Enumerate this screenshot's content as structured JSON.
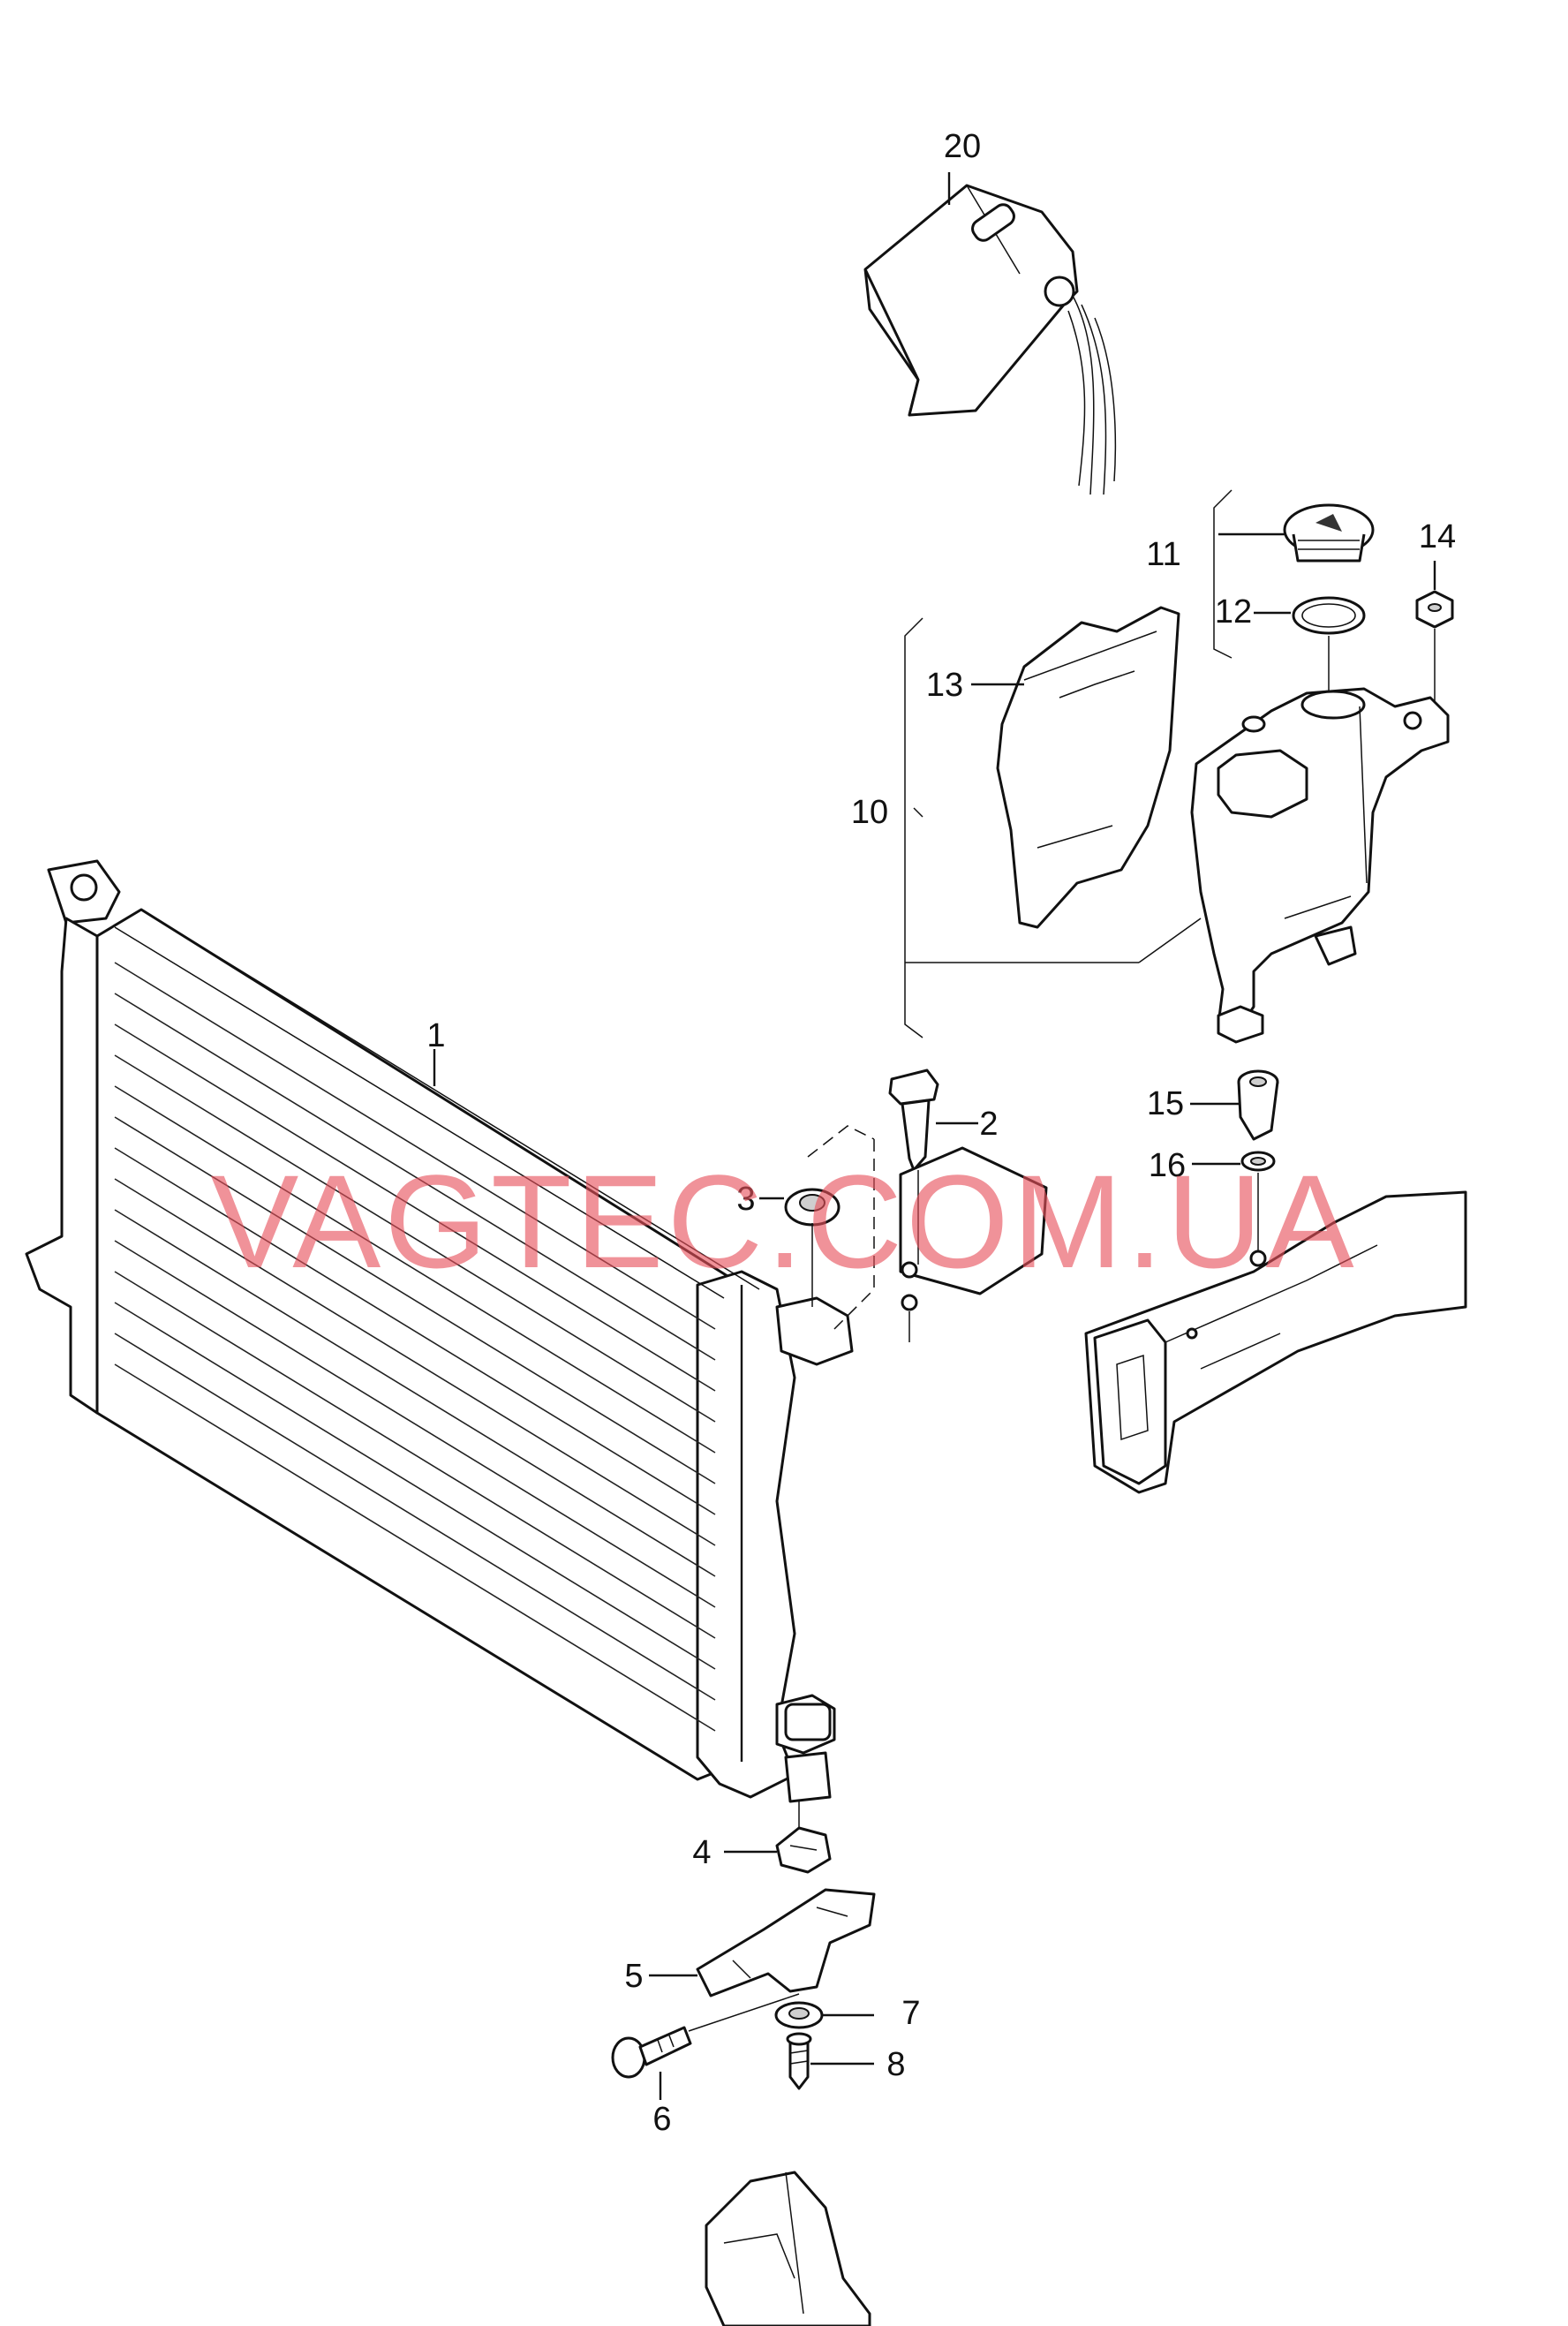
{
  "watermark": "VAGTEC.COM.UA",
  "callouts": [
    {
      "id": "c1",
      "text": "1"
    },
    {
      "id": "c2",
      "text": "2"
    },
    {
      "id": "c3",
      "text": "3"
    },
    {
      "id": "c4",
      "text": "4"
    },
    {
      "id": "c5",
      "text": "5"
    },
    {
      "id": "c6",
      "text": "6"
    },
    {
      "id": "c7",
      "text": "7"
    },
    {
      "id": "c8",
      "text": "8"
    },
    {
      "id": "c10",
      "text": "10"
    },
    {
      "id": "c11",
      "text": "11"
    },
    {
      "id": "c12",
      "text": "12"
    },
    {
      "id": "c13",
      "text": "13"
    },
    {
      "id": "c14",
      "text": "14"
    },
    {
      "id": "c15",
      "text": "15"
    },
    {
      "id": "c16",
      "text": "16"
    },
    {
      "id": "c20",
      "text": "20"
    }
  ]
}
